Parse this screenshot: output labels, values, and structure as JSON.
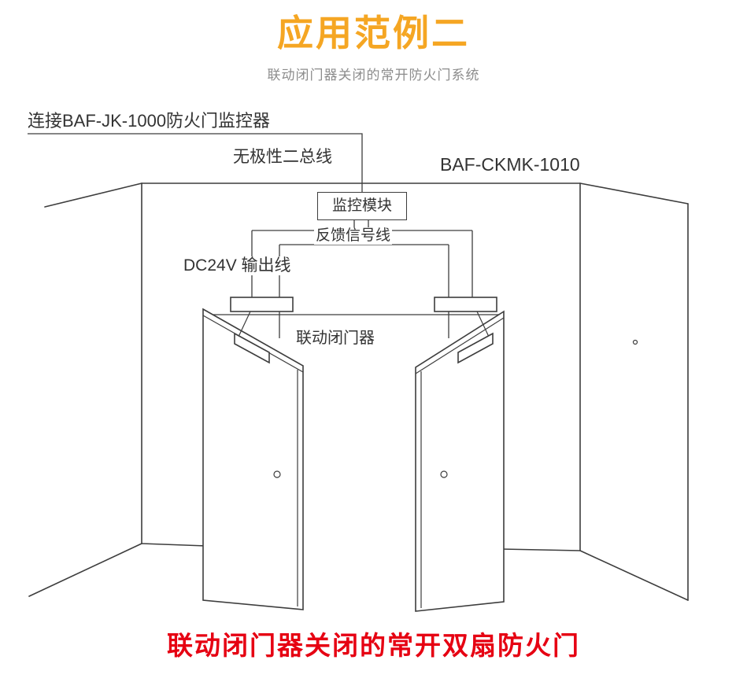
{
  "page": {
    "title": "应用范例二",
    "subtitle": "联动闭门器关闭的常开防火门系统",
    "footer_caption": "联动闭门器关闭的常开双扇防火门"
  },
  "labels": {
    "connect_controller": "连接BAF-JK-1000防火门监控器",
    "bus_wire": "无极性二总线",
    "model_number": "BAF-CKMK-1010",
    "monitor_module": "监控模块",
    "feedback_wire": "反馈信号线",
    "dc24v_wire": "DC24V 输出线",
    "door_closer": "联动闭门器"
  },
  "colors": {
    "title_orange": "#F5A623",
    "caption_red": "#E60012",
    "line_gray": "#3D3D3D",
    "subtitle_gray": "#8C8C8C"
  }
}
